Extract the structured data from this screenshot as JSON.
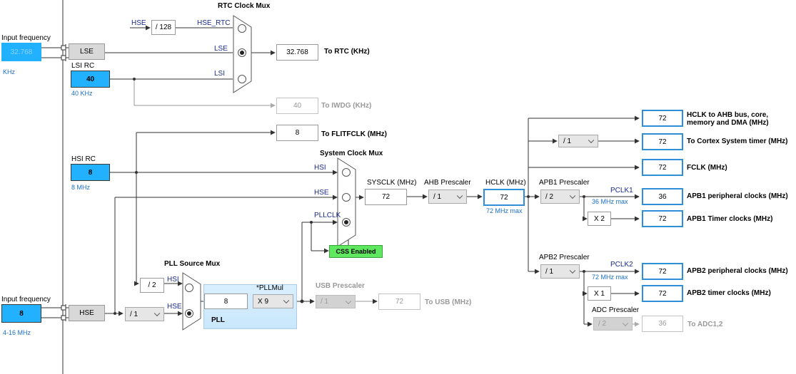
{
  "input_top": {
    "label": "Input frequency",
    "value": "32.768",
    "unit": "KHz"
  },
  "input_bottom": {
    "label": "Input frequency",
    "value": "8",
    "range": "4-16 MHz"
  },
  "lse": {
    "label": "LSE"
  },
  "lsi": {
    "title": "LSI RC",
    "value": "40",
    "freq": "40 KHz"
  },
  "hsi": {
    "title": "HSI RC",
    "value": "8",
    "freq": "8 MHz"
  },
  "hse": {
    "label": "HSE"
  },
  "rtc_mux": {
    "title": "RTC Clock Mux",
    "hse_label": "HSE",
    "div128": "/ 128",
    "hse_rtc": "HSE_RTC",
    "lse_in": "LSE",
    "lsi_in": "LSI"
  },
  "to_rtc": {
    "value": "32.768",
    "label": "To RTC (KHz)"
  },
  "to_iwdg": {
    "value": "40",
    "label": "To IWDG (KHz)"
  },
  "to_flitf": {
    "value": "8",
    "label": "To FLITFCLK (MHz)"
  },
  "sysclk_mux": {
    "title": "System Clock Mux",
    "hsi": "HSI",
    "hse": "HSE",
    "pllclk": "PLLCLK"
  },
  "css": {
    "label": "CSS Enabled"
  },
  "sysclk": {
    "label": "SYSCLK (MHz)",
    "value": "72"
  },
  "ahb": {
    "label": "AHB Prescaler",
    "value": "/ 1"
  },
  "hclk": {
    "label": "HCLK (MHz)",
    "value": "72",
    "max": "72 MHz max"
  },
  "apb1": {
    "label": "APB1 Prescaler",
    "value": "/ 2",
    "pclk": "PCLK1",
    "max": "36 MHz max",
    "timer_mult": "X 2"
  },
  "apb2": {
    "label": "APB2 Prescaler",
    "value": "/ 1",
    "pclk": "PCLK2",
    "max": "72 MHz max",
    "timer_mult": "X 1"
  },
  "cortex_div": "/ 1",
  "adc": {
    "label": "ADC Prescaler",
    "value": "/ 2",
    "out_value": "36",
    "out_label": "To ADC1,2"
  },
  "outputs": [
    {
      "value": "72",
      "label": "HCLK to AHB bus, core, memory and DMA (MHz)"
    },
    {
      "value": "72",
      "label": "To Cortex System timer (MHz)"
    },
    {
      "value": "72",
      "label": "FCLK (MHz)"
    },
    {
      "value": "36",
      "label": "APB1 peripheral clocks (MHz)"
    },
    {
      "value": "72",
      "label": "APB1 Timer clocks (MHz)"
    },
    {
      "value": "72",
      "label": "APB2 peripheral clocks (MHz)"
    },
    {
      "value": "72",
      "label": "APB2 timer clocks (MHz)"
    }
  ],
  "pll_src": {
    "title": "PLL Source Mux",
    "div2": "/ 2",
    "hsi": "HSI",
    "hse": "HSE",
    "hse_div": "/ 1"
  },
  "pll": {
    "label": "PLL",
    "value": "8",
    "mul_label": "*PLLMul",
    "mul_value": "X 9"
  },
  "usb": {
    "label": "USB Prescaler",
    "value": "/ 1",
    "out_value": "72",
    "out_label": "To USB (MHz)"
  },
  "colors": {
    "accent": "#21b1ff",
    "highlight_border": "#2e8fd6",
    "css_green": "#5fe75f"
  }
}
